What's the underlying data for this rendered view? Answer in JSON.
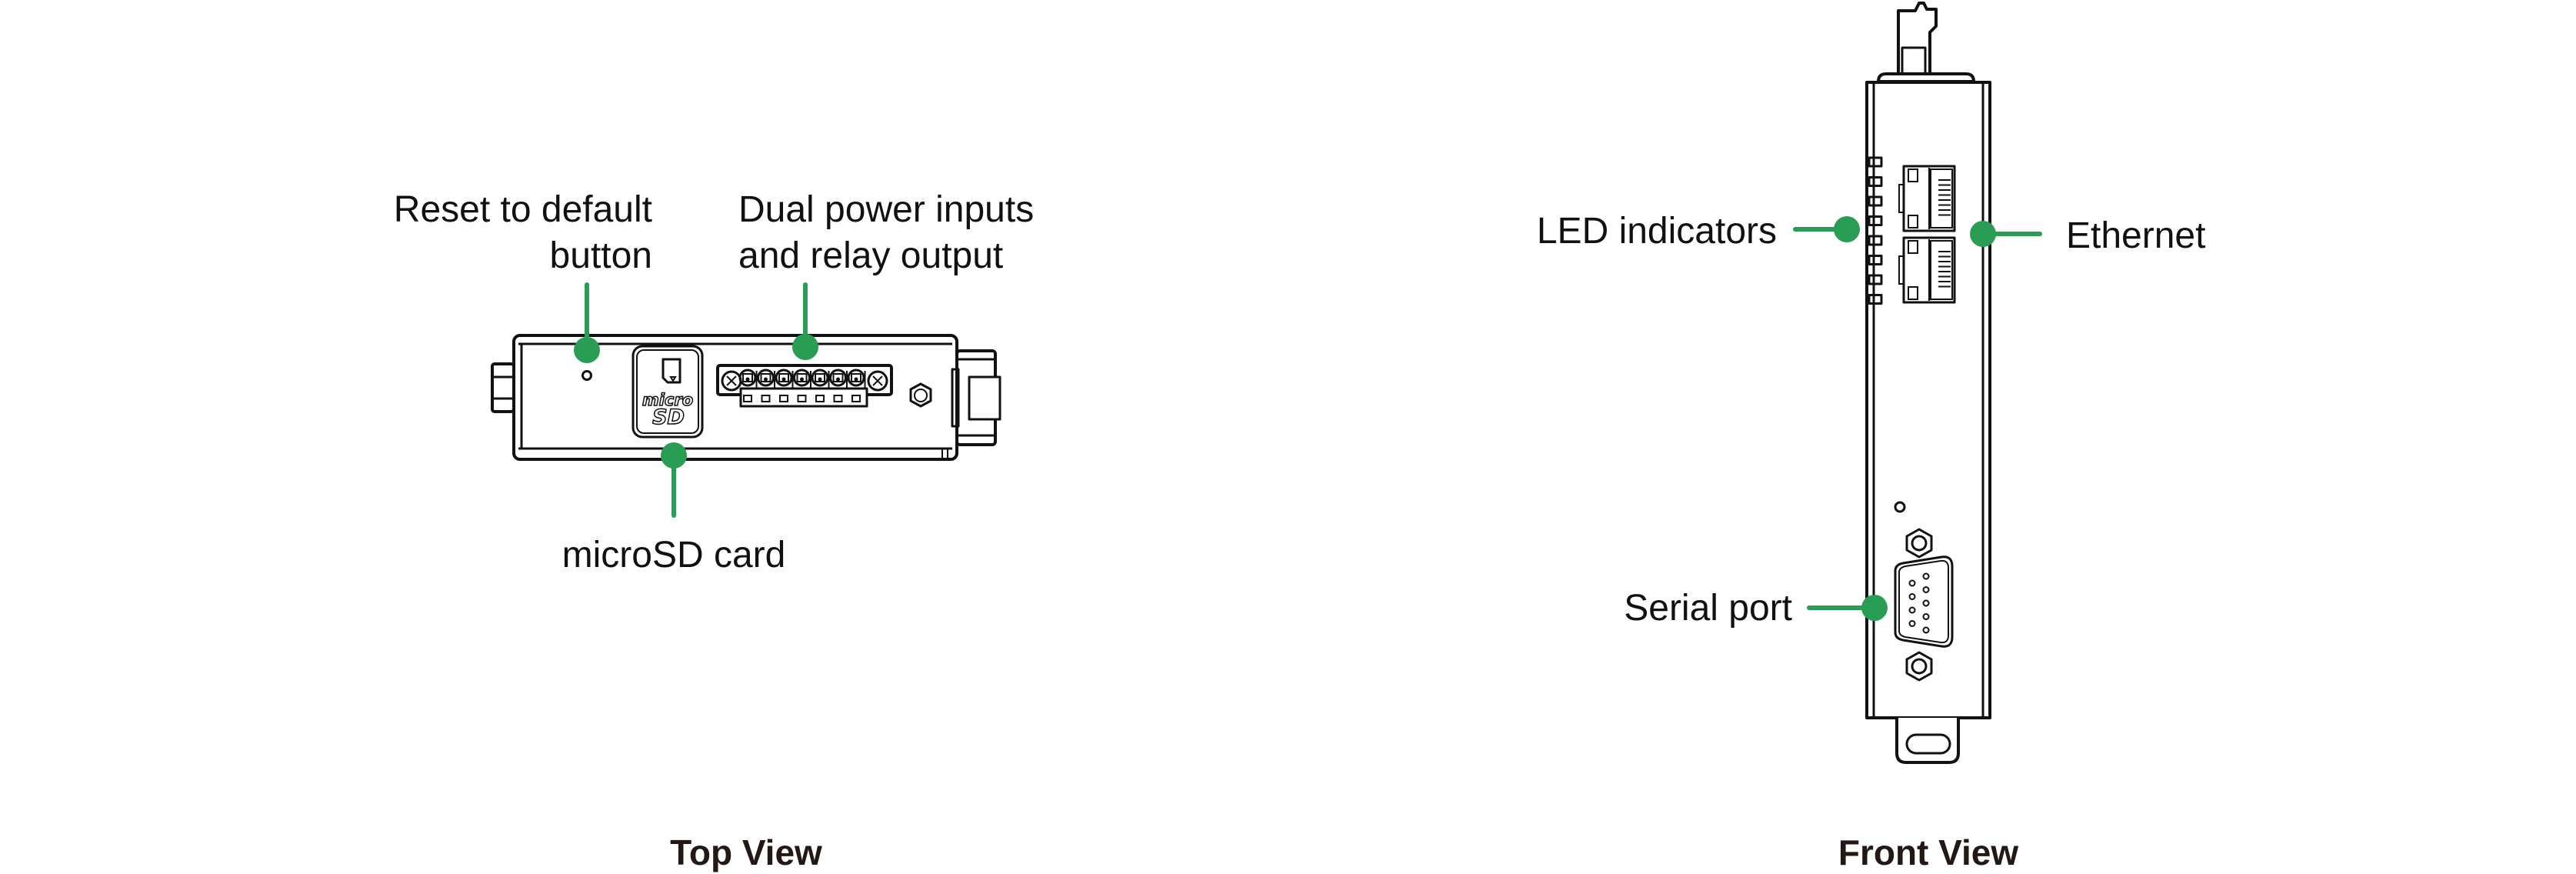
{
  "diagram": {
    "accent_color": "#2a9d55",
    "top_view": {
      "caption": "Top View",
      "callouts": {
        "reset": {
          "line1": "Reset to default",
          "line2": "button"
        },
        "power": {
          "line1": "Dual power inputs",
          "line2": "and relay output"
        },
        "microsd": {
          "label": "microSD card"
        }
      },
      "slot_logo": {
        "line1": "micro",
        "line2": "SD"
      },
      "terminal_pins": 7
    },
    "front_view": {
      "caption": "Front View",
      "callouts": {
        "led": {
          "label": "LED indicators"
        },
        "ethernet": {
          "label": "Ethernet"
        },
        "serial": {
          "label": "Serial port"
        }
      },
      "led_count": 8,
      "ethernet_ports": 2,
      "serial_pins": 9
    }
  }
}
